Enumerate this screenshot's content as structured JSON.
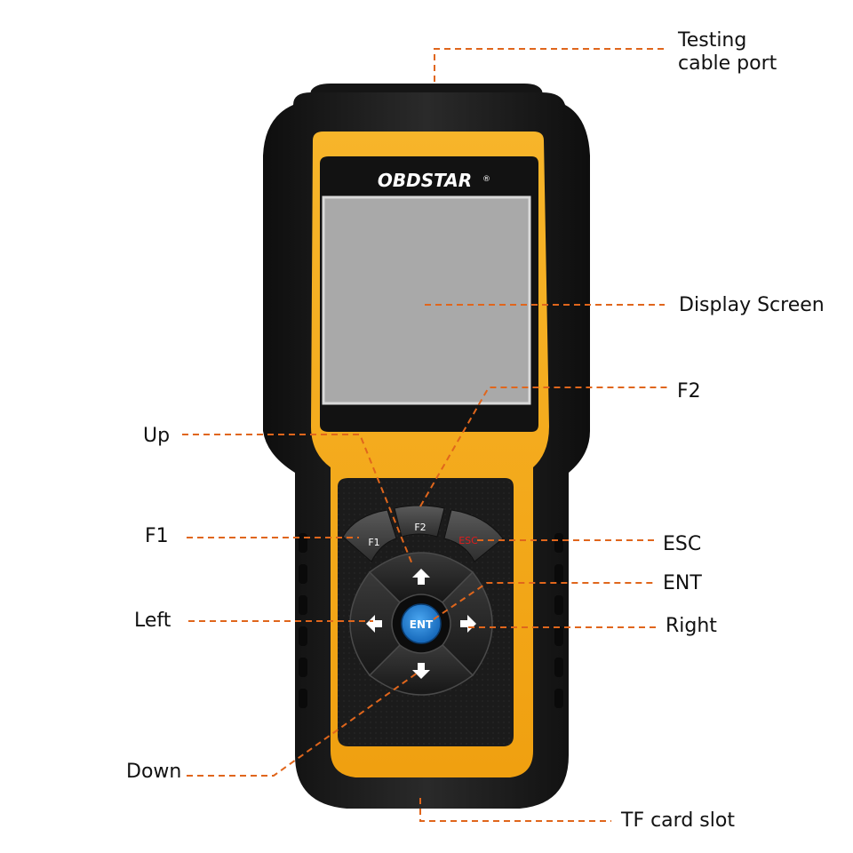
{
  "device": {
    "brand_logo": "OBDSTAR",
    "colors": {
      "body": "#1c1c1c",
      "trim": "#f2a414",
      "screen": "#a7a7a7",
      "leader": "#e0661c",
      "ent_key": "#1e84d8",
      "esc_text": "#e11b1b"
    },
    "keys": {
      "f1": "F1",
      "f2": "F2",
      "esc": "ESC",
      "ent": "ENT"
    }
  },
  "callouts": {
    "testing_cable_port": [
      "Testing",
      "cable port"
    ],
    "display_screen": "Display Screen",
    "f2": "F2",
    "up": "Up",
    "f1": "F1",
    "esc": "ESC",
    "ent": "ENT",
    "left": "Left",
    "right": "Right",
    "down": "Down",
    "tf_card_slot": "TF card slot"
  }
}
